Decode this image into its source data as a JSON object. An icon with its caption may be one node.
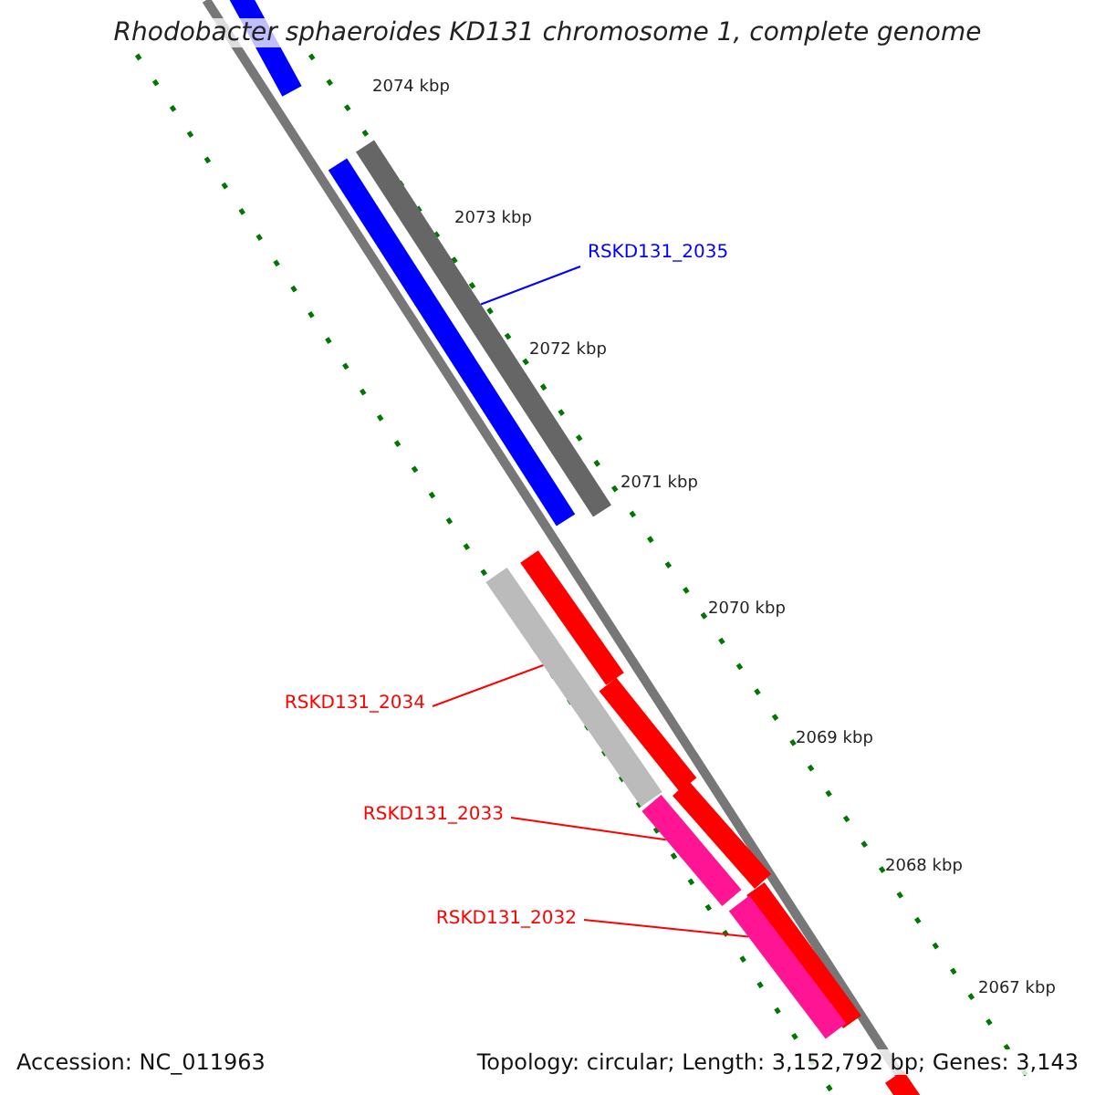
{
  "diagram": {
    "title": "Rhodobacter sphaeroides KD131 chromosome 1, complete genome",
    "nodes": [
      {
        "text": [
          "RSKD131_2035"
        ]
      },
      {
        "text": [],
        "shape": "bar"
      },
      {
        "text": [
          "RSKD131_2034"
        ]
      },
      {
        "text": [],
        "shape": "bar"
      },
      {
        "text": [
          "RSKD131_2033"
        ]
      },
      {
        "text": [],
        "shape": "bar"
      },
      {
        "text": [
          "RSKD131_2032"
        ]
      },
      {
        "text": [],
        "shape": "bar"
      }
    ],
    "edges": [
      {
        "from": 0,
        "to": 1,
        "arrow": "none",
        "color": "#0000ff"
      },
      {
        "from": 2,
        "to": 3,
        "arrow": "none"
      },
      {
        "from": 4,
        "to": 5,
        "arrow": "none"
      },
      {
        "from": 6,
        "to": 7,
        "arrow": "none"
      }
    ],
    "labels": [
      "2074 kbp",
      "2073 kbp",
      "2072 kbp",
      "2071 kbp",
      "2070 kbp",
      "2069 kbp",
      "2068 kbp",
      "2067 kbp",
      "Accession: NC_011963",
      "Topology: circular; Length: 3,152,792 bp; Genes: 3,143"
    ]
  }
}
